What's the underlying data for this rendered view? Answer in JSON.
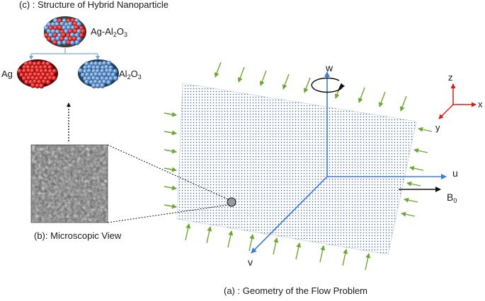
{
  "captions": {
    "c": "(c) : Structure of Hybrid Nanoparticle",
    "b": "(b): Microscopic View",
    "a": "(a) : Geometry of the Flow Problem"
  },
  "particles": {
    "hybrid_prefix": "Ag-Al",
    "hybrid_sub2": "2",
    "hybrid_o": "O",
    "hybrid_sub3": "3",
    "ag": "Ag",
    "al_prefix": "Al",
    "al_sub2": "2",
    "al_o": "O",
    "al_sub3": "3"
  },
  "axes": {
    "w": "w",
    "u": "u",
    "v": "v",
    "b0_main": "B",
    "b0_sub": "0"
  },
  "frame": {
    "z": "z",
    "x": "x",
    "y": "y"
  },
  "colors": {
    "ag_red": "#d92020",
    "al_blue": "#4f86c6",
    "plate_dots": "#3a5a9a",
    "stream_arrow": "#6aa832",
    "velocity_axis": "#3b7ddd",
    "frame_red": "#e01818",
    "frame_black": "#111111"
  },
  "icons": [
    "hybrid-nanoparticle-icon",
    "ag-particle-icon",
    "al2o3-particle-icon",
    "microscope-texture-icon",
    "rotation-arrow-icon"
  ]
}
